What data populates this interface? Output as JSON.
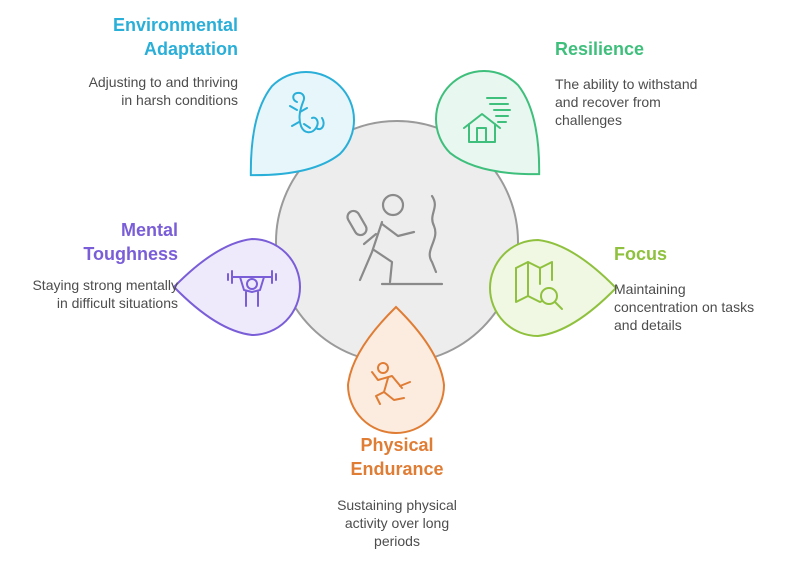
{
  "colors": {
    "env": "#2aafd8",
    "res": "#3fbf7c",
    "focus": "#8fc13e",
    "phys": "#e07d35",
    "mental": "#7a5ed8",
    "center": "#ededed"
  },
  "items": {
    "env": {
      "title_line1": "Environmental",
      "title_line2": "Adaptation",
      "desc_line1": "Adjusting to and thriving",
      "desc_line2": "in harsh conditions",
      "icon": "salamander-icon"
    },
    "res": {
      "title": "Resilience",
      "desc_line1": "The ability to withstand",
      "desc_line2": "and recover from",
      "desc_line3": "challenges",
      "icon": "house-wind-icon"
    },
    "focus": {
      "title": "Focus",
      "desc_line1": "Maintaining",
      "desc_line2": "concentration on tasks",
      "desc_line3": "and details",
      "icon": "map-search-icon"
    },
    "phys": {
      "title_line1": "Physical",
      "title_line2": "Endurance",
      "desc_line1": "Sustaining physical",
      "desc_line2": "activity over long",
      "desc_line3": "periods",
      "icon": "athlete-icon"
    },
    "mental": {
      "title_line1": "Mental",
      "title_line2": "Toughness",
      "desc_line1": "Staying strong mentally",
      "desc_line2": "in difficult situations",
      "icon": "weightlifter-icon"
    }
  },
  "center_icon": "climber-icon"
}
